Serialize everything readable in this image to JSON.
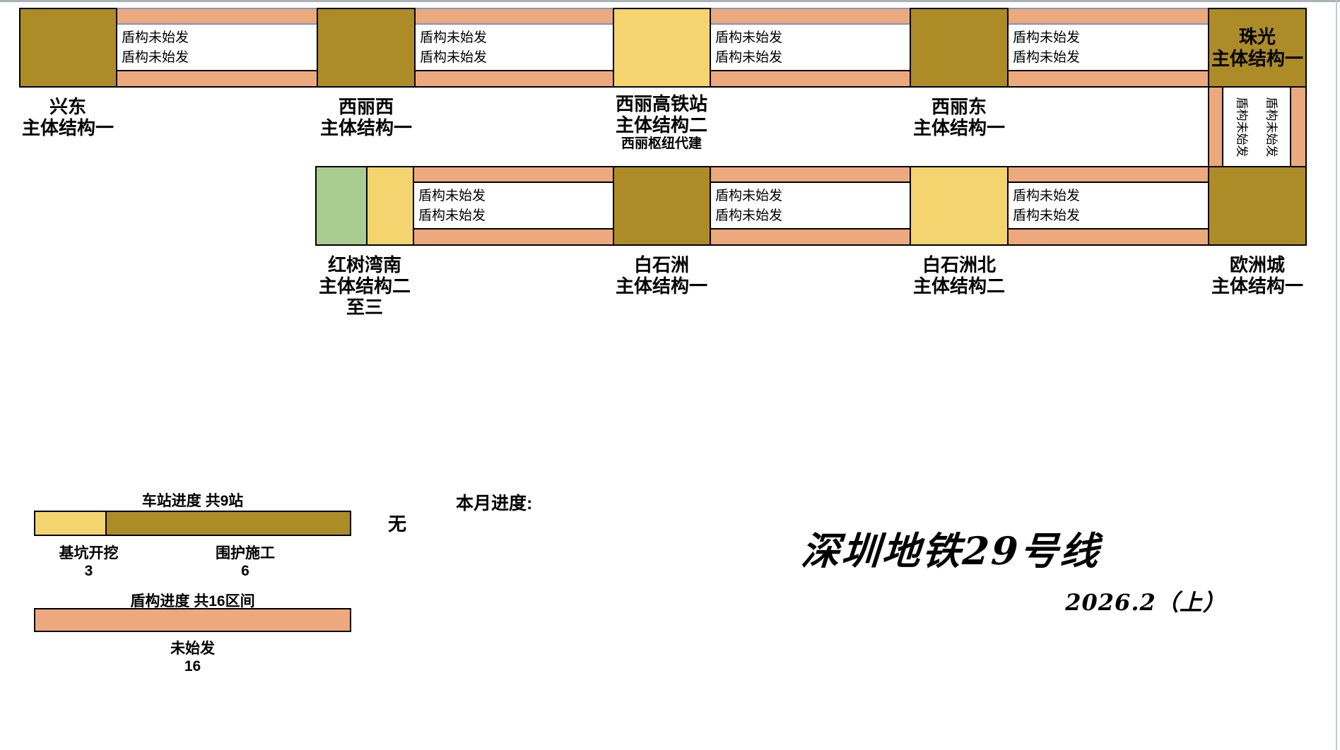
{
  "page": {
    "main_title": "深圳地铁29号线",
    "period": "2026.2（上）"
  },
  "monthly": {
    "label": "本月进度:",
    "value": "无"
  },
  "colors": {
    "olive": "#AD8C28",
    "yellow": "#F3D46F",
    "salmon": "#ECA97D",
    "green": "#A9CC90",
    "blue_border": "#7E96BE"
  },
  "row1": {
    "stations": [
      {
        "title": "兴东",
        "subtitle": "主体结构一"
      },
      {
        "title": "西丽西",
        "subtitle": "主体结构一"
      },
      {
        "title": "西丽高铁站",
        "subtitle": "主体结构二",
        "note": "西丽枢纽代建"
      },
      {
        "title": "西丽东",
        "subtitle": "主体结构一"
      },
      {
        "title": "珠光",
        "subtitle": "主体结构一"
      }
    ],
    "segments": [
      {
        "up": "盾构未始发",
        "down": "盾构未始发"
      },
      {
        "up": "盾构未始发",
        "down": "盾构未始发"
      },
      {
        "up": "盾构未始发",
        "down": "盾构未始发"
      },
      {
        "up": "盾构未始发",
        "down": "盾构未始发"
      }
    ]
  },
  "link_segment": {
    "up": "盾构未始发",
    "down": "盾构未始发"
  },
  "row2": {
    "stations": [
      {
        "title": "红树湾南",
        "subtitle": "主体结构二",
        "note": "至三"
      },
      {
        "title": "白石洲",
        "subtitle": "主体结构一"
      },
      {
        "title": "白石洲北",
        "subtitle": "主体结构二"
      },
      {
        "title": "欧洲城",
        "subtitle": "主体结构一"
      }
    ],
    "segments": [
      {
        "up": "盾构未始发",
        "down": "盾构未始发"
      },
      {
        "up": "盾构未始发",
        "down": "盾构未始发"
      },
      {
        "up": "盾构未始发",
        "down": "盾构未始发"
      }
    ]
  },
  "legends": {
    "station": {
      "title": "车站进度 共9站",
      "items": [
        {
          "label": "基坑开挖",
          "count": "3"
        },
        {
          "label": "围护施工",
          "count": "6"
        }
      ]
    },
    "shield": {
      "title": "盾构进度 共16区间",
      "items": [
        {
          "label": "未始发",
          "count": "16"
        }
      ]
    }
  }
}
